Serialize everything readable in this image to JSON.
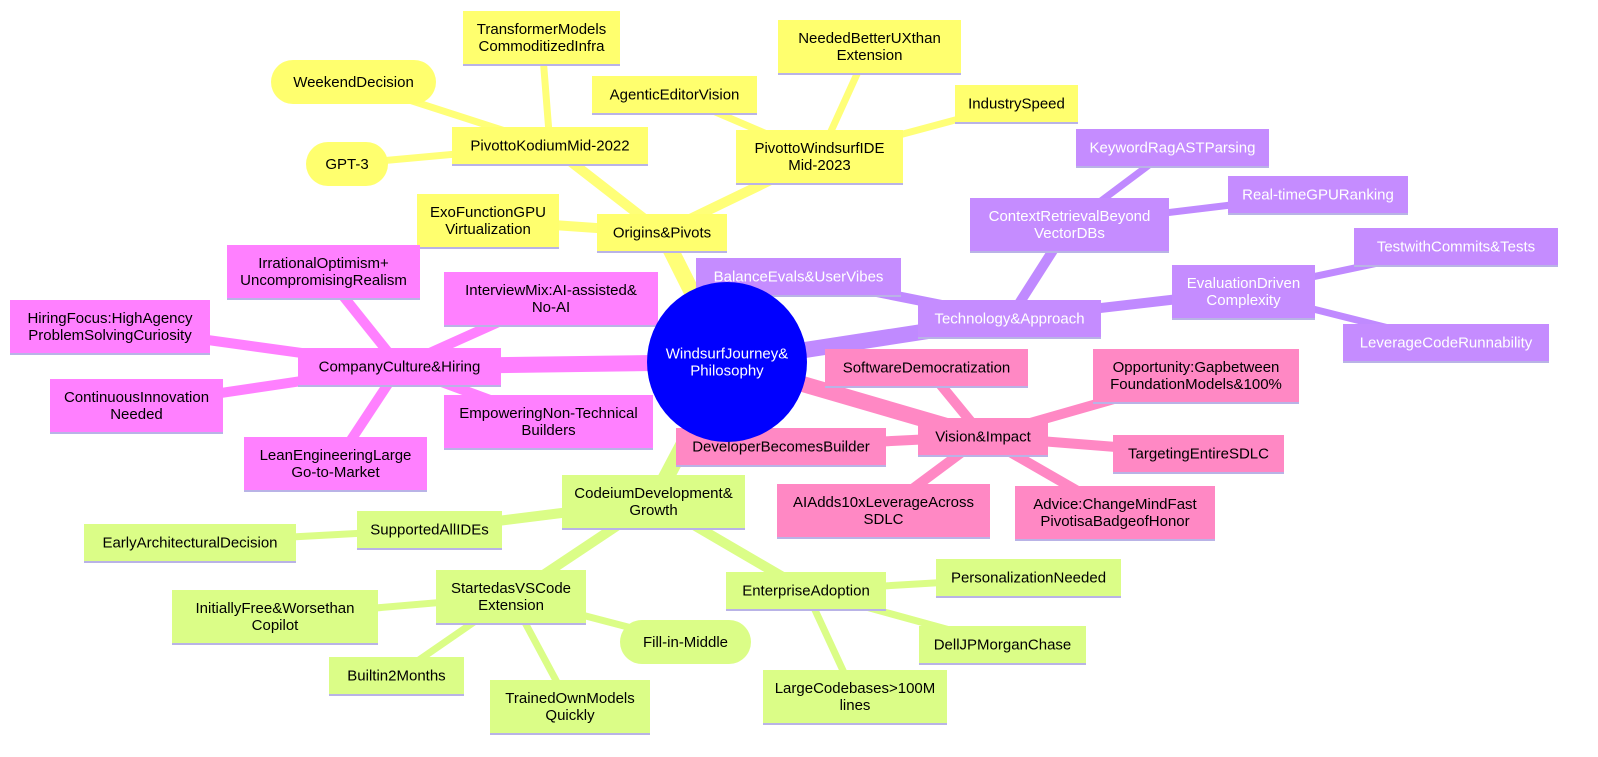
{
  "root": {
    "label": [
      "WindsurfJourney&",
      "Philosophy"
    ],
    "color": "#0000ff",
    "text_color": "#ffffff"
  },
  "branches": [
    {
      "id": "origins",
      "label": [
        "Origins&Pivots"
      ],
      "fill": "#ffff6e",
      "edge": "#ffff78",
      "text_color": "#000000",
      "children": [
        {
          "label": [
            "PivottoKodiumMid-2022"
          ],
          "children": [
            {
              "label": [
                "TransformerModels",
                "CommoditizedInfra"
              ]
            },
            {
              "label": [
                "WeekendDecision"
              ],
              "shape": "round"
            },
            {
              "label": [
                "GPT-3"
              ],
              "shape": "round"
            }
          ]
        },
        {
          "label": [
            "PivottoWindsurfIDE",
            "Mid-2023"
          ],
          "children": [
            {
              "label": [
                "NeededBetterUXthan",
                "Extension"
              ]
            },
            {
              "label": [
                "AgenticEditorVision"
              ]
            },
            {
              "label": [
                "IndustrySpeed"
              ]
            }
          ]
        },
        {
          "label": [
            "ExoFunctionGPU",
            "Virtualization"
          ]
        }
      ]
    },
    {
      "id": "technology",
      "label": [
        "Technology&Approach"
      ],
      "fill": "#c58cff",
      "edge": "#c08aff",
      "text_color": "#ffffff",
      "children": [
        {
          "label": [
            "ContextRetrievalBeyond",
            "VectorDBs"
          ],
          "children": [
            {
              "label": [
                "KeywordRagASTParsing"
              ]
            },
            {
              "label": [
                "Real-timeGPURanking"
              ]
            }
          ]
        },
        {
          "label": [
            "EvaluationDriven",
            "Complexity"
          ],
          "children": [
            {
              "label": [
                "TestwithCommits&Tests"
              ]
            },
            {
              "label": [
                "LeverageCodeRunnability"
              ]
            }
          ]
        },
        {
          "label": [
            "BalanceEvals&UserVibes"
          ]
        }
      ]
    },
    {
      "id": "vision",
      "label": [
        "Vision&Impact"
      ],
      "fill": "#ff88c4",
      "edge": "#ff88c4",
      "text_color": "#000000",
      "children": [
        {
          "label": [
            "SoftwareDemocratization"
          ]
        },
        {
          "label": [
            "Opportunity:Gapbetween",
            "FoundationModels&100%"
          ]
        },
        {
          "label": [
            "DeveloperBecomesBuilder"
          ]
        },
        {
          "label": [
            "TargetingEntireSDLC"
          ]
        },
        {
          "label": [
            "AIAdds10xLeverageAcross",
            "SDLC"
          ]
        },
        {
          "label": [
            "Advice:ChangeMindFast",
            "PivotisaBadgeofHonor"
          ]
        }
      ]
    },
    {
      "id": "development",
      "label": [
        "CodeiumDevelopment&",
        "Growth"
      ],
      "fill": "#dbfd87",
      "edge": "#dbfd87",
      "text_color": "#000000",
      "children": [
        {
          "label": [
            "SupportedAllIDEs"
          ],
          "children": [
            {
              "label": [
                "EarlyArchitecturalDecision"
              ]
            }
          ]
        },
        {
          "label": [
            "StartedasVSCode",
            "Extension"
          ],
          "children": [
            {
              "label": [
                "InitiallyFree&Worsethan",
                "Copilot"
              ]
            },
            {
              "label": [
                "Builtin2Months"
              ]
            },
            {
              "label": [
                "TrainedOwnModels",
                "Quickly"
              ]
            },
            {
              "label": [
                "Fill-in-Middle"
              ],
              "shape": "round"
            }
          ]
        },
        {
          "label": [
            "EnterpriseAdoption"
          ],
          "children": [
            {
              "label": [
                "PersonalizationNeeded"
              ]
            },
            {
              "label": [
                "DellJPMorganChase"
              ]
            },
            {
              "label": [
                "LargeCodebases>100M",
                "lines"
              ]
            }
          ]
        }
      ]
    },
    {
      "id": "culture",
      "label": [
        "CompanyCulture&Hiring"
      ],
      "fill": "#ff80ff",
      "edge": "#ff80ff",
      "text_color": "#000000",
      "children": [
        {
          "label": [
            "IrrationalOptimism+",
            "UncompromisingRealism"
          ]
        },
        {
          "label": [
            "InterviewMix:AI-assisted&",
            "No-AI"
          ]
        },
        {
          "label": [
            "HiringFocus:HighAgency",
            "ProblemSolvingCuriosity"
          ]
        },
        {
          "label": [
            "ContinuousInnovation",
            "Needed"
          ]
        },
        {
          "label": [
            "EmpoweringNon-Technical",
            "Builders"
          ]
        },
        {
          "label": [
            "LeanEngineeringLarge",
            "Go-to-Market"
          ]
        }
      ]
    }
  ]
}
